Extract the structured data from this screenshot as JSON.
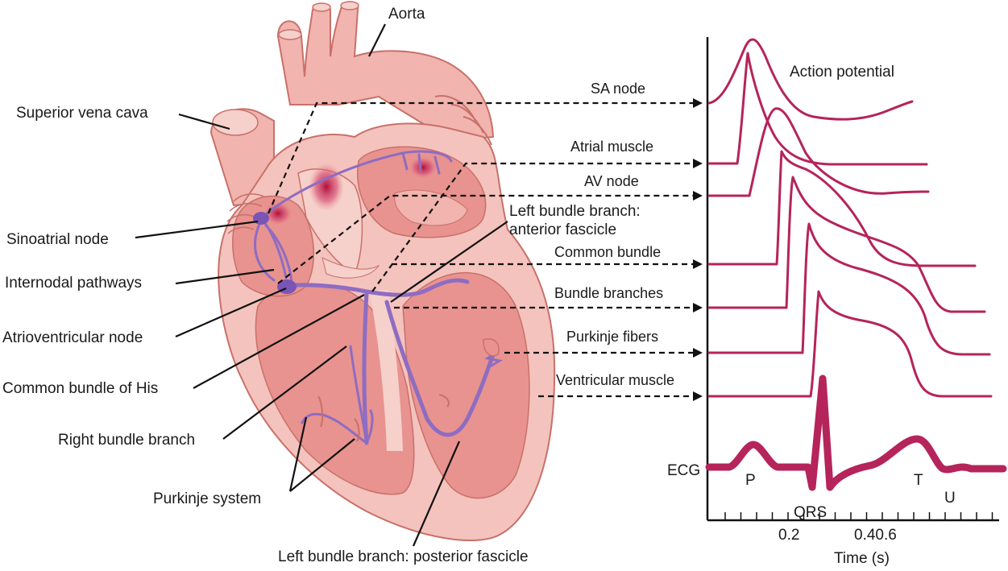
{
  "heart_labels": [
    {
      "id": "aorta",
      "text": "Aorta"
    },
    {
      "id": "svc",
      "text": "Superior vena cava"
    },
    {
      "id": "sa",
      "text": "Sinoatrial node"
    },
    {
      "id": "internodal",
      "text": "Internodal pathways"
    },
    {
      "id": "av",
      "text": "Atrioventricular node"
    },
    {
      "id": "his",
      "text": "Common bundle of His"
    },
    {
      "id": "rbb",
      "text": "Right bundle branch"
    },
    {
      "id": "purkinje",
      "text": "Purkinje system"
    },
    {
      "id": "lbb-post",
      "text": "Left bundle branch: posterior fascicle"
    },
    {
      "id": "lbb-ant-1",
      "text": "Left bundle branch:"
    },
    {
      "id": "lbb-ant-2",
      "text": "anterior fascicle"
    }
  ],
  "trace_labels": [
    {
      "id": "sa-node",
      "text": "SA node"
    },
    {
      "id": "atrial-muscle",
      "text": "Atrial muscle"
    },
    {
      "id": "av-node",
      "text": "AV node"
    },
    {
      "id": "common-bundle",
      "text": "Common bundle"
    },
    {
      "id": "bundle-branches",
      "text": "Bundle branches"
    },
    {
      "id": "purkinje-fibers",
      "text": "Purkinje fibers"
    },
    {
      "id": "ventricular-muscle",
      "text": "Ventricular muscle"
    }
  ],
  "chart": {
    "title": "Action potential",
    "ecg_label": "ECG",
    "waves": {
      "p": "P",
      "qrs": "QRS",
      "t": "T",
      "u": "U"
    },
    "tick_labels": {
      "t1": "0.2",
      "t2": "0.40.6"
    },
    "xlabel": "Time (s)"
  },
  "colors": {
    "trace": "#b5245a",
    "heart_outer": "#f4c3bd",
    "heart_inner": "#e8938f",
    "conduction": "#8e6cc2"
  }
}
